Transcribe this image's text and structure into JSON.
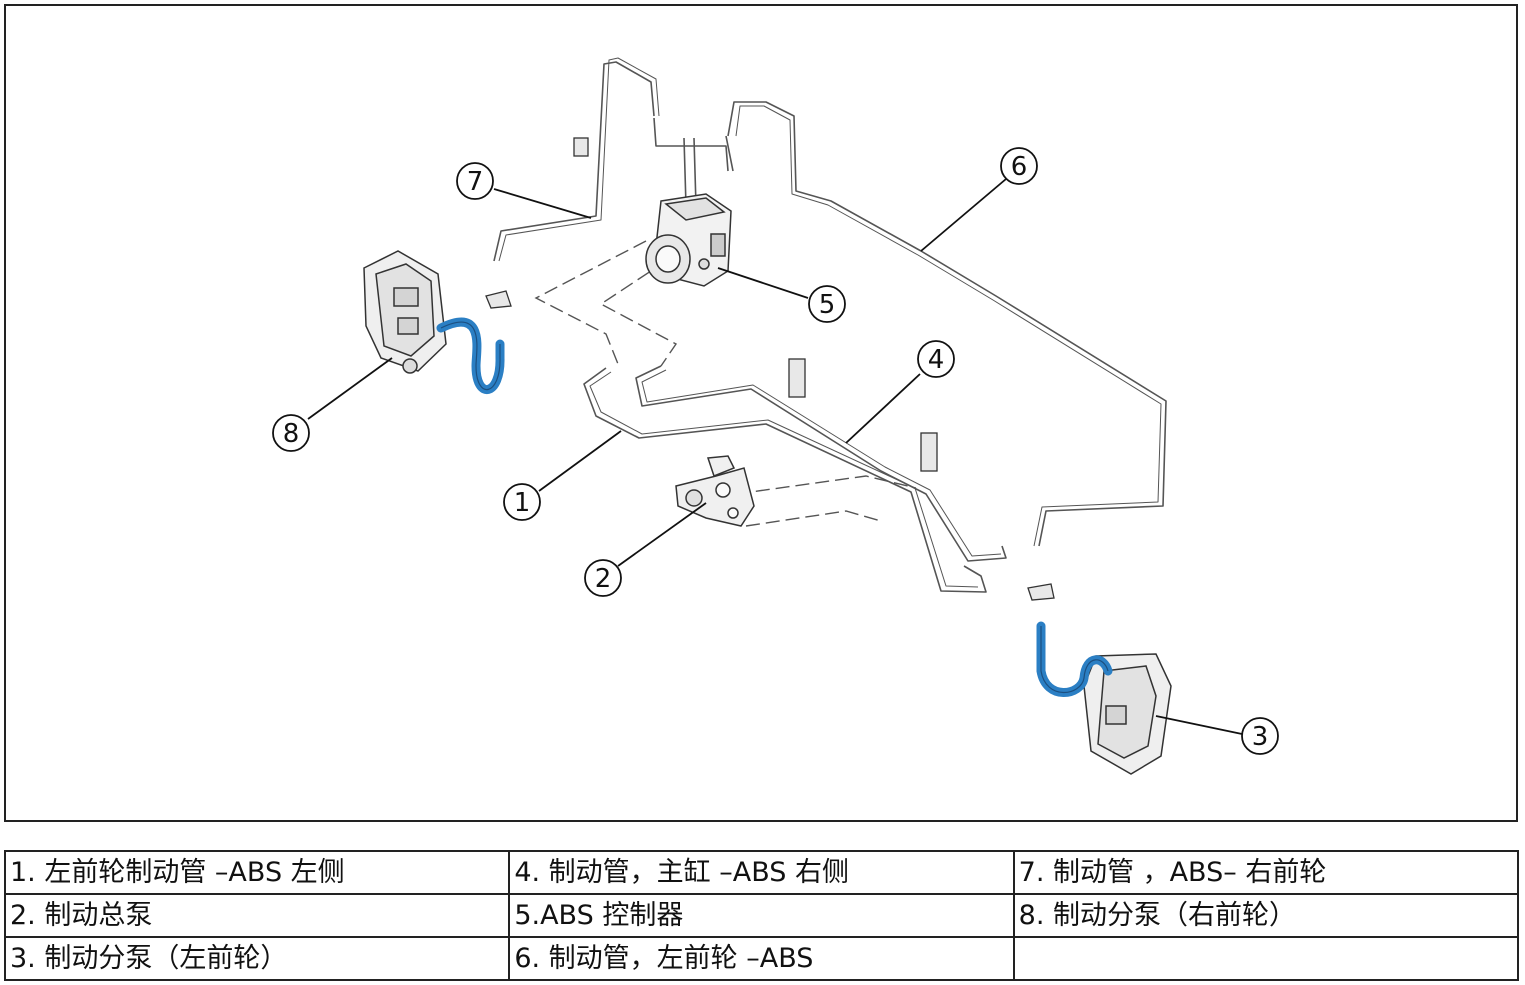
{
  "callouts": [
    "1",
    "2",
    "3",
    "4",
    "5",
    "6",
    "7",
    "8"
  ],
  "legend": {
    "rows": [
      [
        "1. 左前轮制动管 –ABS 左侧",
        "4. 制动管，主缸 –ABS 右侧",
        "7. 制动管 ，ABS– 右前轮"
      ],
      [
        "2. 制动总泵",
        "5.ABS 控制器",
        "8. 制动分泵（右前轮）"
      ],
      [
        "3. 制动分泵（左前轮）",
        "6. 制动管，左前轮 –ABS",
        ""
      ]
    ]
  },
  "colors": {
    "hose": "#2b7fc4",
    "line": "#444444",
    "border": "#222222"
  }
}
